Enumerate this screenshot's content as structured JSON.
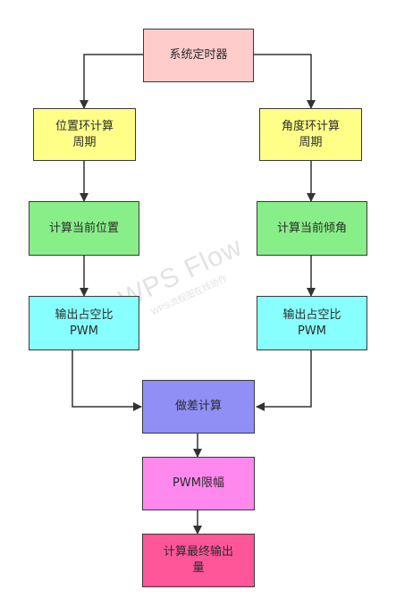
{
  "nodes": {
    "timer": {
      "label": "系统定时器",
      "color": "#ffcccc"
    },
    "pos_period": {
      "label": "位置环计算\n周期",
      "color": "#ffff88"
    },
    "angle_period": {
      "label": "角度环计算\n周期",
      "color": "#ffff88"
    },
    "calc_pos": {
      "label": "计算当前位置",
      "color": "#88ee88"
    },
    "calc_angle": {
      "label": "计算当前倾角",
      "color": "#88ee88"
    },
    "pwm_left": {
      "label": "输出占空比\nPWM",
      "color": "#88ffff"
    },
    "pwm_right": {
      "label": "输出占空比\nPWM",
      "color": "#88ffff"
    },
    "diff": {
      "label": "做差计算",
      "color": "#8f8ff5"
    },
    "limit": {
      "label": "PWM限幅",
      "color": "#ff88ee"
    },
    "final": {
      "label": "计算最终输出\n量",
      "color": "#ff5599"
    }
  },
  "watermark": {
    "main": "WPS Flow",
    "sub": "WPS流程图在线协作"
  }
}
